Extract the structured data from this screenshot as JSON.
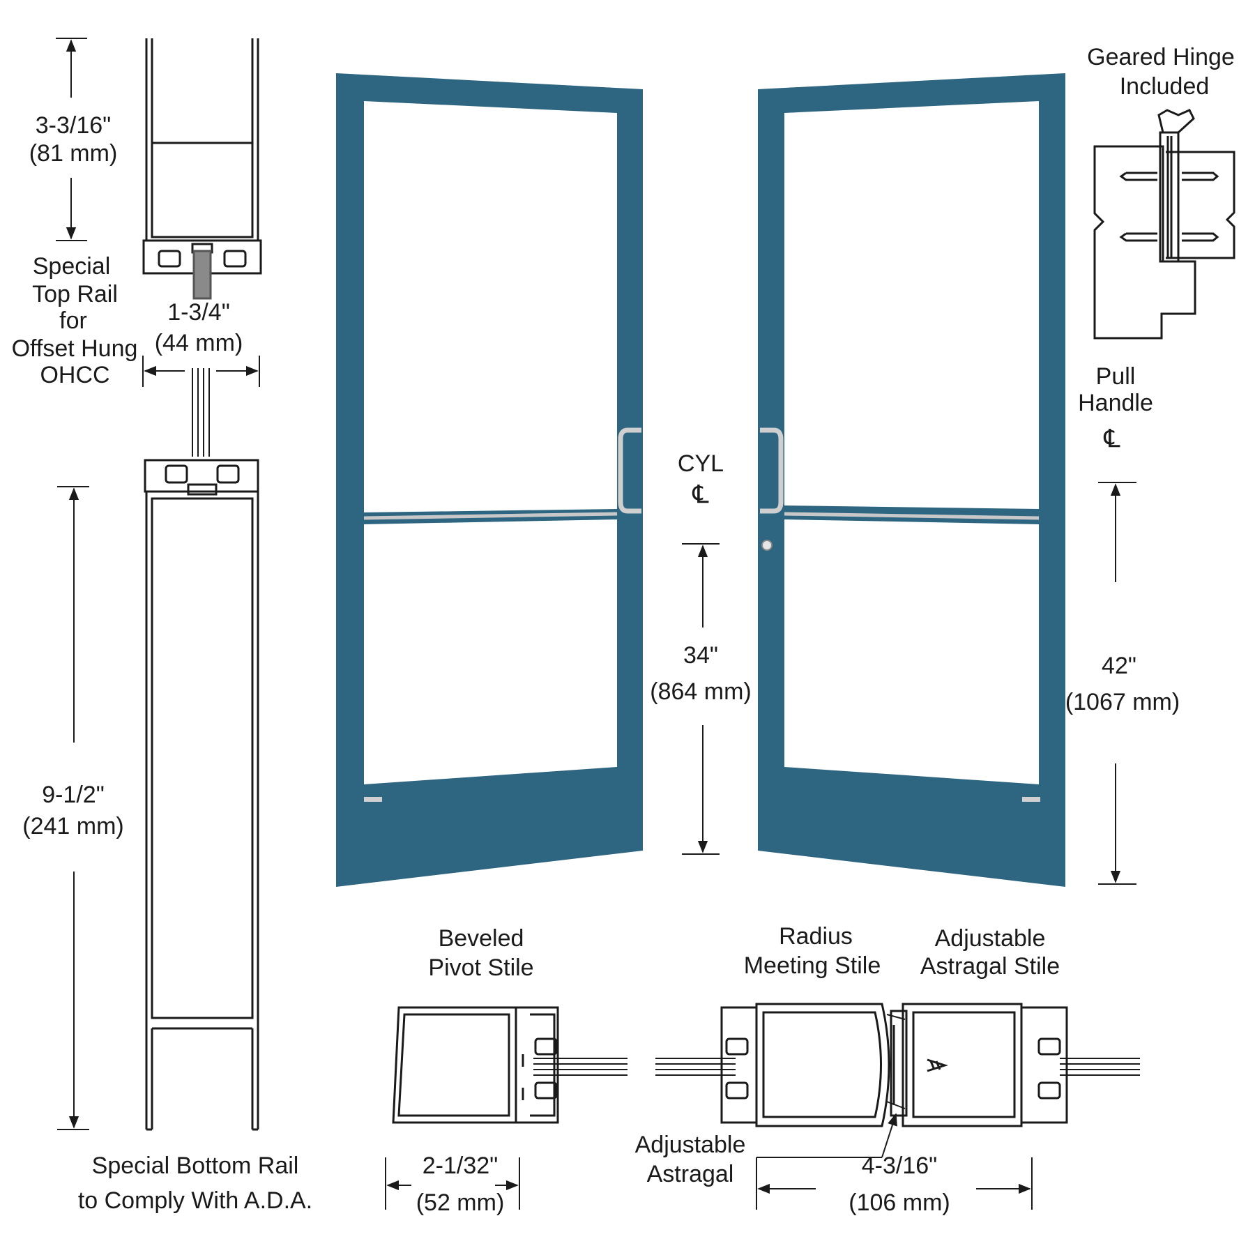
{
  "colors": {
    "door_frame": "#2E6580",
    "glass": "#FFFFFF",
    "line": "#1A1A1A",
    "hardware": "#BDBDBD"
  },
  "labels": {
    "top_rail_height": "3-3/16\"",
    "top_rail_height_mm": "(81 mm)",
    "top_rail_caption": [
      "Special",
      "Top Rail",
      "for",
      "Offset Hung",
      "OHCC"
    ],
    "glass_width": "1-3/4\"",
    "glass_width_mm": "(44 mm)",
    "bottom_rail_height": "9-1/2\"",
    "bottom_rail_height_mm": "(241 mm)",
    "bottom_rail_caption": [
      "Special Bottom Rail",
      "to Comply With A.D.A."
    ],
    "cyl_label": "CYL",
    "cyl_height": "34\"",
    "cyl_height_mm": "(864 mm)",
    "hinge_caption": [
      "Geared Hinge",
      "Included"
    ],
    "pull_caption": [
      "Pull",
      "Handle"
    ],
    "pull_height": "42\"",
    "pull_height_mm": "(1067 mm)",
    "beveled_caption": [
      "Beveled",
      "Pivot Stile"
    ],
    "beveled_width": "2-1/32\"",
    "beveled_width_mm": "(52 mm)",
    "radius_caption": [
      "Radius",
      "Meeting Stile"
    ],
    "astragal_stile_caption": [
      "Adjustable",
      "Astragal Stile"
    ],
    "astragal_caption": [
      "Adjustable",
      "Astragal"
    ],
    "meeting_width": "4-3/16\"",
    "meeting_width_mm": "(106 mm)",
    "centerline_symbol": "℄"
  }
}
